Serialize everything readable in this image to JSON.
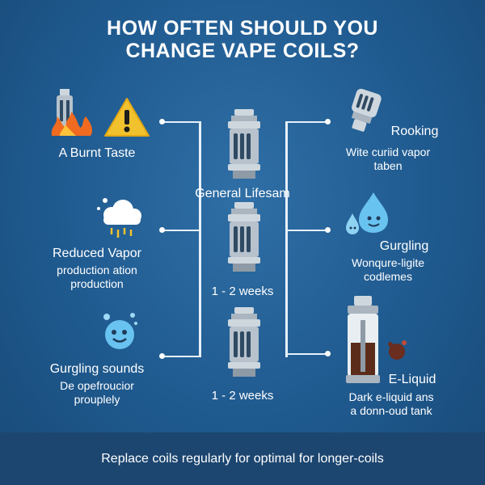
{
  "title": {
    "line1": "HOW OFTEN SHOULD YOU",
    "line2": "CHANGE VAPE COILS?"
  },
  "center": {
    "label1": "General Lifesam",
    "label2": "1 - 2 weeks",
    "label3": "1 - 2 weeks"
  },
  "left": [
    {
      "title": "A Burnt Taste",
      "sub1": "",
      "sub2": ""
    },
    {
      "title": "Reduced Vapor",
      "sub1": "production ation",
      "sub2": "production"
    },
    {
      "title": "Gurgling sounds",
      "sub1": "De opefroucior",
      "sub2": "prouplely"
    }
  ],
  "right": [
    {
      "title": "Rooking",
      "sub1": "Wite curiid vapor",
      "sub2": "taben"
    },
    {
      "title": "Gurgling",
      "sub1": "Wonqure-ligite",
      "sub2": "codlemes"
    },
    {
      "title": "E-Liquid",
      "sub1": "Dark e-liquid ans",
      "sub2": "a donn-oud tank"
    }
  ],
  "footer": {
    "text": "Replace coils regularly for optimal for longer-coils"
  },
  "colors": {
    "background": "#1f5a8f",
    "line": "#e7f1fb",
    "footer": "#1c4670",
    "metal": "#b7c2cc",
    "warning": "#f2c12e",
    "flame": "#f06b1f",
    "water": "#69c3f0",
    "liquid": "#5b2c1a"
  },
  "icons": [
    "vape-burnt-icon",
    "warning-icon",
    "vape-coil-icon",
    "cloud-rain-icon",
    "water-drop-face-icon",
    "coil-head-icon",
    "water-drops-icon",
    "tank-liquid-icon",
    "dark-liquid-blob-icon"
  ]
}
